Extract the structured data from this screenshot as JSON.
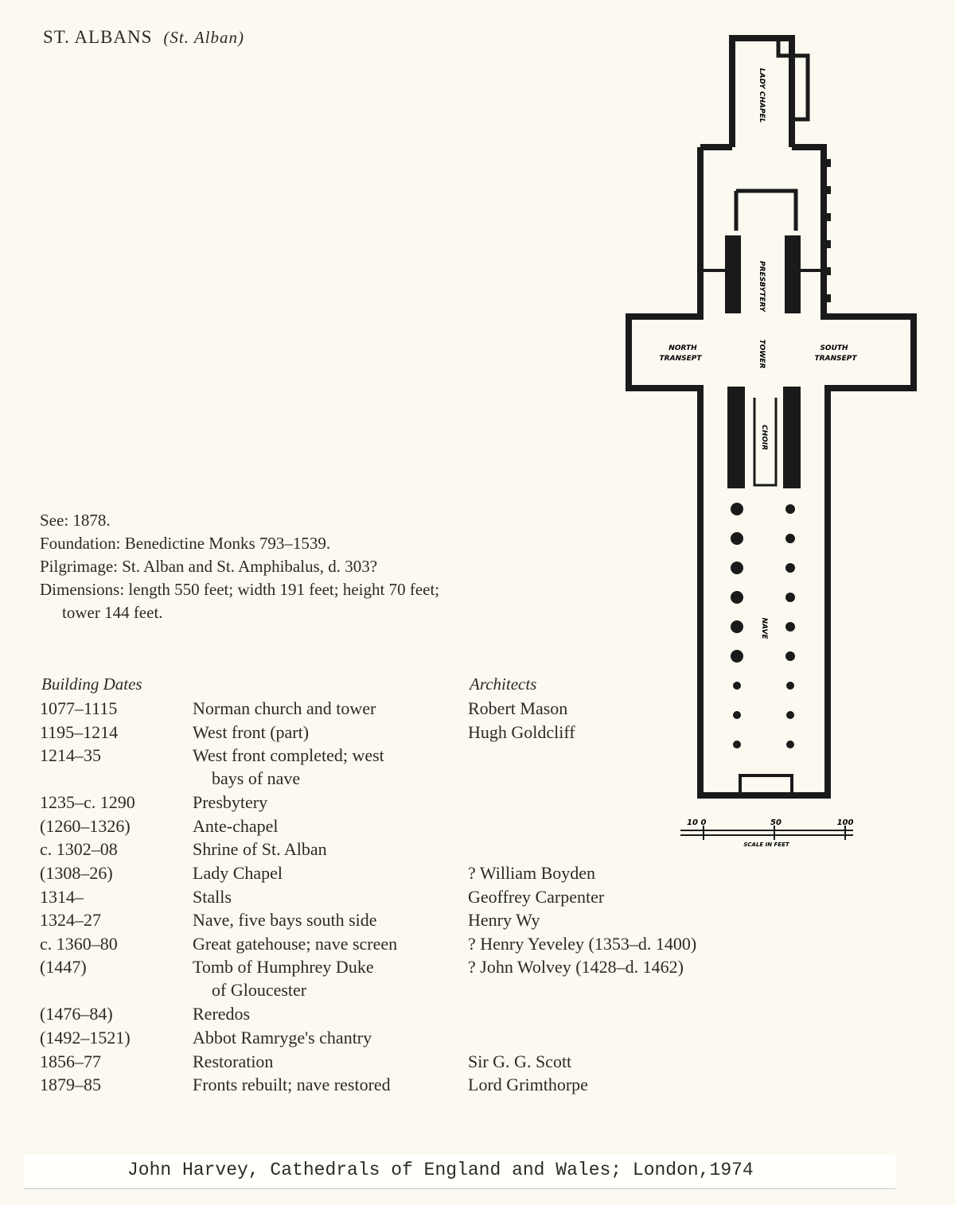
{
  "title": {
    "main": "ST. ALBANS",
    "sub": "(St. Alban)"
  },
  "info": {
    "see": "See: 1878.",
    "foundation": "Foundation: Benedictine Monks 793–1539.",
    "pilgrimage": "Pilgrimage: St. Alban and St. Amphibalus, d. 303?",
    "dimensions": "Dimensions: length 550 feet; width 191 feet; height 70 feet;",
    "dimensions_cont": "tower 144 feet."
  },
  "table": {
    "headers": {
      "dates": "Building Dates",
      "architects": "Architects"
    },
    "rows": [
      {
        "date": "1077–1115",
        "work": "Norman church and tower",
        "architect": "Robert Mason"
      },
      {
        "date": "1195–1214",
        "work": "West front (part)",
        "architect": "Hugh Goldcliff"
      },
      {
        "date": "1214–35",
        "work": "West front completed; west",
        "work2": "bays of nave",
        "architect": ""
      },
      {
        "date": "1235–c. 1290",
        "work": "Presbytery",
        "architect": ""
      },
      {
        "date": "(1260–1326)",
        "work": "Ante-chapel",
        "architect": ""
      },
      {
        "date": "c. 1302–08",
        "work": "Shrine of St. Alban",
        "architect": ""
      },
      {
        "date": "(1308–26)",
        "work": "Lady Chapel",
        "architect": "? William Boyden"
      },
      {
        "date": "1314–",
        "work": "Stalls",
        "architect": "Geoffrey Carpenter"
      },
      {
        "date": "1324–27",
        "work": "Nave, five bays south side",
        "architect": "Henry Wy"
      },
      {
        "date": "c. 1360–80",
        "work": "Great gatehouse; nave screen",
        "architect": "? Henry Yeveley (1353–d. 1400)"
      },
      {
        "date": "(1447)",
        "work": "Tomb of Humphrey Duke",
        "work2": "of Gloucester",
        "architect": "? John Wolvey (1428–d. 1462)"
      },
      {
        "date": "(1476–84)",
        "work": "Reredos",
        "architect": ""
      },
      {
        "date": "(1492–1521)",
        "work": "Abbot Ramryge's chantry",
        "architect": ""
      },
      {
        "date": "1856–77",
        "work": "Restoration",
        "architect": "Sir G. G. Scott"
      },
      {
        "date": "1879–85",
        "work": "Fronts rebuilt; nave restored",
        "architect": "Lord Grimthorpe"
      }
    ]
  },
  "plan": {
    "labels": {
      "lady_chapel": "LADY CHAPEL",
      "presbytery": "PRESBYTERY",
      "north_transept_1": "NORTH",
      "north_transept_2": "TRANSEPT",
      "south_transept_1": "SOUTH",
      "south_transept_2": "TRANSEPT",
      "tower": "TOWER",
      "choir": "CHOIR",
      "nave": "NAVE"
    },
    "scale": {
      "t1": "10",
      "t2": "0",
      "t3": "50",
      "t4": "100",
      "caption": "SCALE IN FEET"
    }
  },
  "source": "John Harvey, Cathedrals of England and Wales; London,1974"
}
